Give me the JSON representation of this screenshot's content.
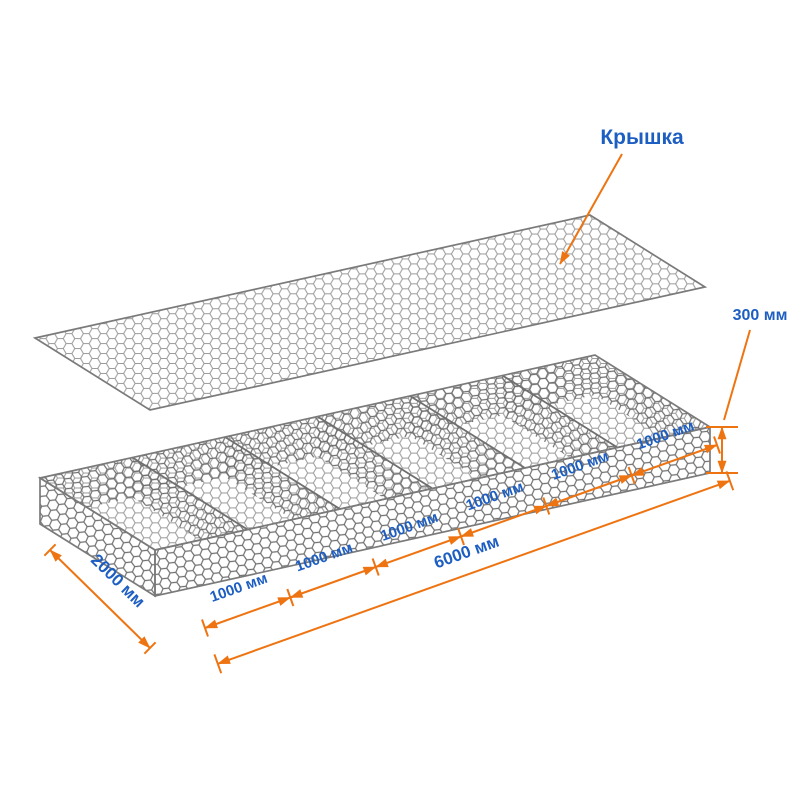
{
  "diagram": {
    "labels": {
      "lid": "Крышка",
      "height": "300 мм",
      "total_length": "6000 мм",
      "width": "2000 мм",
      "cell_segments": [
        "1000 мм",
        "1000 мм",
        "1000 мм",
        "1000 мм",
        "1000 мм",
        "1000 мм"
      ]
    },
    "values": {
      "length_mm": 6000,
      "width_mm": 2000,
      "height_mm": 300,
      "cell_length_mm": 1000,
      "cell_count": 6
    },
    "colors": {
      "dimension_lines": "#EE7412",
      "label_text": "#1D5EC2",
      "mesh_light": "#9A9A9A",
      "mesh_dark": "#6F6F6F",
      "background": "#FFFFFF"
    }
  }
}
